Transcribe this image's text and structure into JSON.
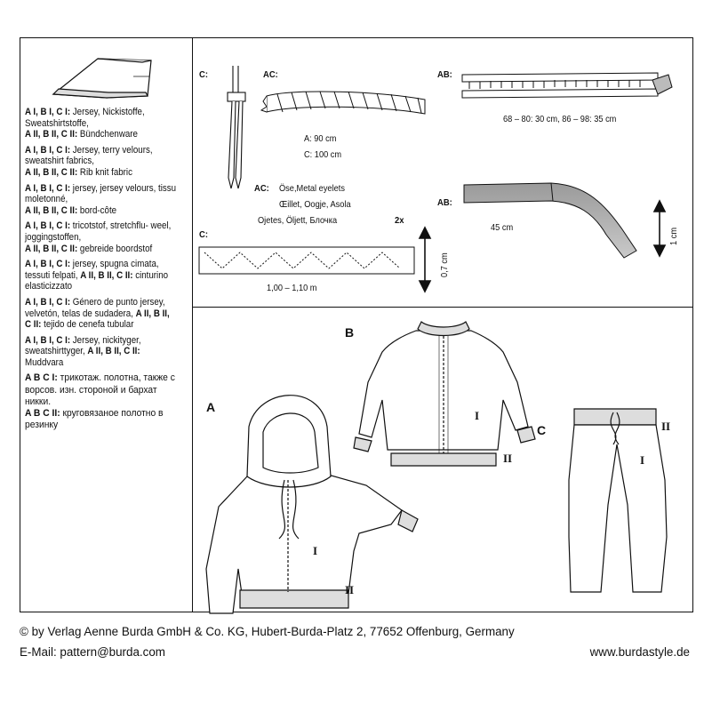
{
  "materials": {
    "lang_blocks": [
      {
        "bold": "A I, B I, C I:",
        "text": " Jersey, Nickistoffe, Sweatshirtstoffe,",
        "bold2": "A II, B II, C II:",
        "text2": " Bündchenware"
      },
      {
        "bold": "A I, B I, C I:",
        "text": " Jersey, terry velours, sweatshirt fabrics,",
        "bold2": " A II, B II, C II:",
        "text2": " Rib knit fabric"
      },
      {
        "bold": "A I, B I, C I:",
        "text": " jersey, jersey velours, tissu moletonné,",
        "bold2": "A II, B II, C II:",
        "text2": " bord-côte"
      },
      {
        "bold": "A I, B I, C I:",
        "text": " tricotstof, stretchflu- weel, joggingstoffen,",
        "bold2": "A II, B II, C II:",
        "text2": " gebreide boordstof"
      },
      {
        "bold": "A I, B I, C I:",
        "text": " jersey, spugna cimata, tessuti felpati, ",
        "bold2": "A II, B II, C II:",
        "text2": " cinturino elasticizzato"
      },
      {
        "bold": "A I, B I, C I:",
        "text": " Género de punto jersey, velvetón, telas de sudadera, ",
        "bold2": "A II, B II, C II:",
        "text2": " tejido de cenefa tubular"
      },
      {
        "bold": "A I, B I, C I:",
        "text": " Jersey, nickityger, sweatshirttyger, ",
        "bold2": "A II, B II, C II:",
        "text2": " Muddvara"
      }
    ],
    "ru_1_bold": "A B C I:",
    "ru_1_text": " трикотаж. полотна, также с ворсов. изн. стороной и бархат никки.",
    "ru_2_bold": "A B C II:",
    "ru_2_text": " круговязаное полотно в резинку"
  },
  "notions": {
    "c_needle_label": "C:",
    "ac_cord_label": "AC:",
    "cord_len_a": "A: 90 cm",
    "cord_len_c": "C: 100 cm",
    "ab_zip_label": "AB:",
    "zip_lengths": "68 – 80: 30 cm, 86 – 98: 35 cm",
    "ac_eyelets_label": "AC:",
    "eyelets_lines": [
      "Öse,Metal eyelets",
      "Œillet, Oogje, Asola",
      "Ojetes, Öljett, Блочка"
    ],
    "eyelets_qty": "2x",
    "c_elastic_label": "C:",
    "elastic_width": "0,7 cm",
    "elastic_length": "1,00 – 1,10 m",
    "ab_tape_label": "AB:",
    "tape_length": "45 cm",
    "tape_width": "1 cm"
  },
  "garments": {
    "view_a": "A",
    "view_b": "B",
    "view_c": "C",
    "fabric_i": "I",
    "fabric_ii": "II"
  },
  "footer": {
    "copyright": "© by Verlag Aenne Burda GmbH & Co. KG, Hubert-Burda-Platz 2, 77652 Offenburg, Germany",
    "email": "E-Mail: pattern@burda.com",
    "website": "www.burdastyle.de"
  }
}
